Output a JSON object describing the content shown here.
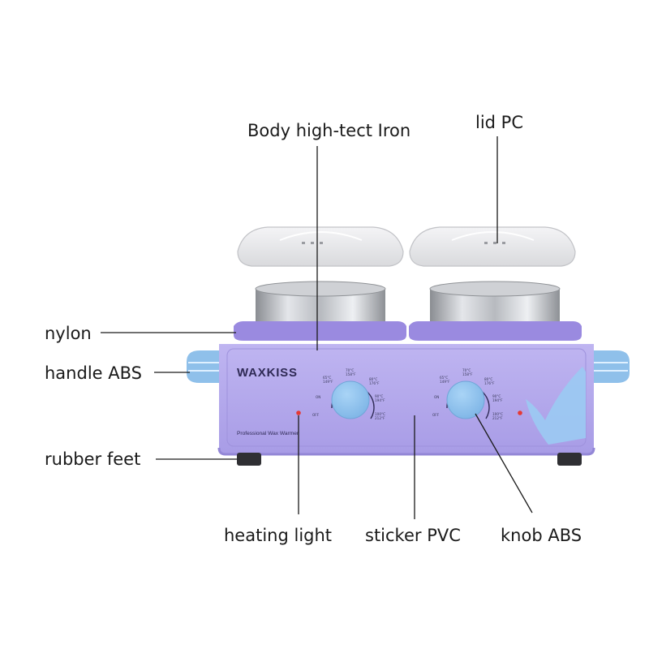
{
  "brand": "WAXKISS",
  "product_caption": "Professional Wax Warmer",
  "dial_labels": {
    "off": "OFF",
    "on": "ON",
    "t65": "65°C",
    "t65f": "149°F",
    "t70": "70°C",
    "t70f": "158°F",
    "t80": "80°C",
    "t80f": "176°F",
    "t90": "90°C",
    "t90f": "194°F",
    "t100": "100°C",
    "t100f": "212°F"
  },
  "callouts": {
    "body": "Body high-tect Iron",
    "lid": "lid PC",
    "nylon": "nylon",
    "handle": "handle ABS",
    "feet": "rubber feet",
    "light": "heating light",
    "sticker": "sticker PVC",
    "knob": "knob ABS"
  },
  "colors": {
    "body": "#b2a6ec",
    "knob": "#8fc4ef",
    "accent": "#9cc8f2",
    "indicator": "#e53935"
  }
}
